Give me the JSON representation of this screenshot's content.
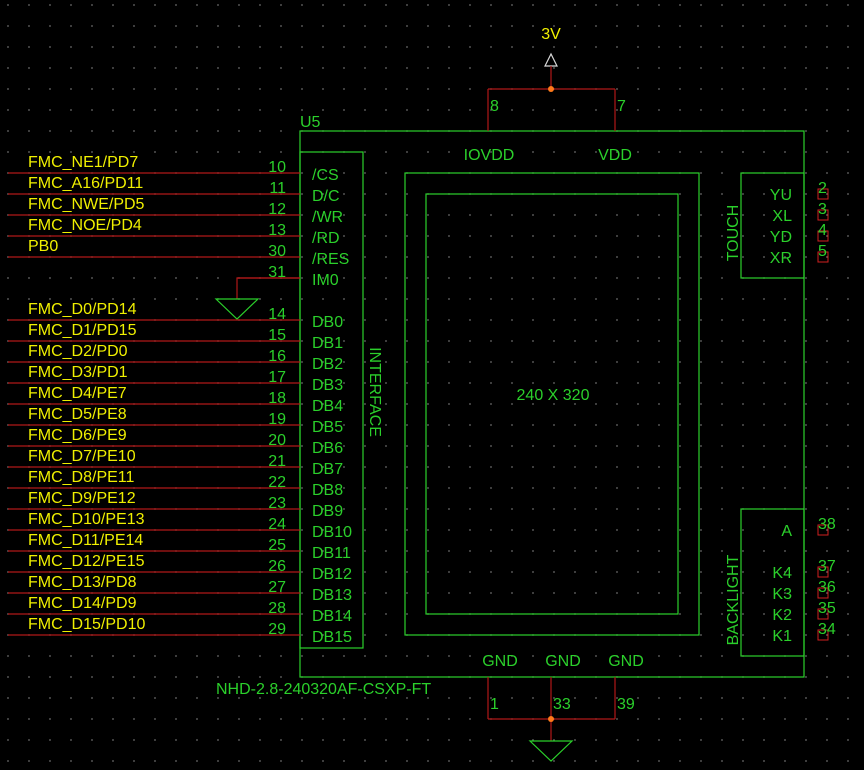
{
  "colors": {
    "background": "#000000",
    "component": "#2bd02b",
    "net_label": "#f0f000",
    "wire": "#b01818",
    "junction": "#ff7a1a"
  },
  "power": {
    "label": "3V"
  },
  "component": {
    "ref": "U5",
    "part": "NHD-2.8-240320AF-CSXP-FT",
    "display": "240 X 320",
    "interface_label": "INTERFACE",
    "touch_label": "TOUCH",
    "backlight_label": "BACKLIGHT"
  },
  "top_pins": [
    {
      "num": "8",
      "name": "IOVDD"
    },
    {
      "num": "7",
      "name": "VDD"
    }
  ],
  "gnd_pins": [
    {
      "num": "1",
      "name": "GND"
    },
    {
      "num": "33",
      "name": "GND"
    },
    {
      "num": "39",
      "name": "GND"
    }
  ],
  "left_pins": [
    {
      "net": "FMC_NE1/PD7",
      "num": "10",
      "name": "/CS"
    },
    {
      "net": "FMC_A16/PD11",
      "num": "11",
      "name": "D/C"
    },
    {
      "net": "FMC_NWE/PD5",
      "num": "12",
      "name": "/WR"
    },
    {
      "net": "FMC_NOE/PD4",
      "num": "13",
      "name": "/RD"
    },
    {
      "net": "PB0",
      "num": "30",
      "name": "/RES"
    },
    {
      "net": "",
      "num": "31",
      "name": "IM0"
    },
    {
      "net": "FMC_D0/PD14",
      "num": "14",
      "name": "DB0"
    },
    {
      "net": "FMC_D1/PD15",
      "num": "15",
      "name": "DB1"
    },
    {
      "net": "FMC_D2/PD0",
      "num": "16",
      "name": "DB2"
    },
    {
      "net": "FMC_D3/PD1",
      "num": "17",
      "name": "DB3"
    },
    {
      "net": "FMC_D4/PE7",
      "num": "18",
      "name": "DB4"
    },
    {
      "net": "FMC_D5/PE8",
      "num": "19",
      "name": "DB5"
    },
    {
      "net": "FMC_D6/PE9",
      "num": "20",
      "name": "DB6"
    },
    {
      "net": "FMC_D7/PE10",
      "num": "21",
      "name": "DB7"
    },
    {
      "net": "FMC_D8/PE11",
      "num": "22",
      "name": "DB8"
    },
    {
      "net": "FMC_D9/PE12",
      "num": "23",
      "name": "DB9"
    },
    {
      "net": "FMC_D10/PE13",
      "num": "24",
      "name": "DB10"
    },
    {
      "net": "FMC_D11/PE14",
      "num": "25",
      "name": "DB11"
    },
    {
      "net": "FMC_D12/PE15",
      "num": "26",
      "name": "DB12"
    },
    {
      "net": "FMC_D13/PD8",
      "num": "27",
      "name": "DB13"
    },
    {
      "net": "FMC_D14/PD9",
      "num": "28",
      "name": "DB14"
    },
    {
      "net": "FMC_D15/PD10",
      "num": "29",
      "name": "DB15"
    }
  ],
  "touch_pins": [
    {
      "num": "2",
      "name": "YU"
    },
    {
      "num": "3",
      "name": "XL"
    },
    {
      "num": "4",
      "name": "YD"
    },
    {
      "num": "5",
      "name": "XR"
    }
  ],
  "backlight_pins": [
    {
      "num": "38",
      "name": "A"
    },
    {
      "num": "37",
      "name": "K4"
    },
    {
      "num": "36",
      "name": "K3"
    },
    {
      "num": "35",
      "name": "K2"
    },
    {
      "num": "34",
      "name": "K1"
    }
  ]
}
